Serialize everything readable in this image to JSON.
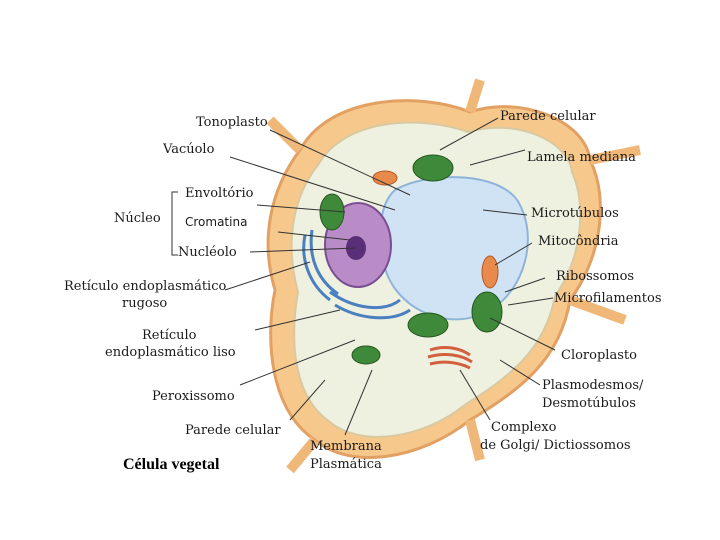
{
  "diagram": {
    "title": "Célula vegetal",
    "labels": {
      "tonoplasto": "Tonoplasto",
      "vacuolo": "Vacúolo",
      "nucleo": "Núcleo",
      "envoltorio": "Envoltório",
      "cromatina": "Cromatina",
      "nucleolo": "Nucléolo",
      "ret_rugoso_1": "Retículo endoplasmático",
      "ret_rugoso_2": "rugoso",
      "ret_liso_1": "Retículo",
      "ret_liso_2": "endoplasmático liso",
      "peroxissomo": "Peroxissomo",
      "parede_bottom": "Parede celular",
      "parede_top": "Parede celular",
      "lamela": "Lamela mediana",
      "microtubulos": "Microtúbulos",
      "mitocondria": "Mitocôndria",
      "ribossomos": "Ribossomos",
      "microfilamentos": "Microfilamentos",
      "cloroplasto": "Cloroplasto",
      "plasmodesmos_1": "Plasmodesmos/",
      "plasmodesmos_2": "Desmotúbulos",
      "membrana_1": "Membrana",
      "membrana_2": "Plasmática",
      "golgi_1": "Complexo",
      "golgi_2": "de Golgi/ Dictiossomos"
    },
    "colors": {
      "cell_wall": "#f6c88c",
      "cell_wall_edge": "#e2a062",
      "cytoplasm": "#eef0e0",
      "vacuole": "#cfe3f5",
      "nucleus": "#b98cc7",
      "chloroplast": "#3e8a3a",
      "er": "#4a7fc0",
      "mitochondria": "#e88a4a",
      "golgi": "#d2603e"
    }
  }
}
